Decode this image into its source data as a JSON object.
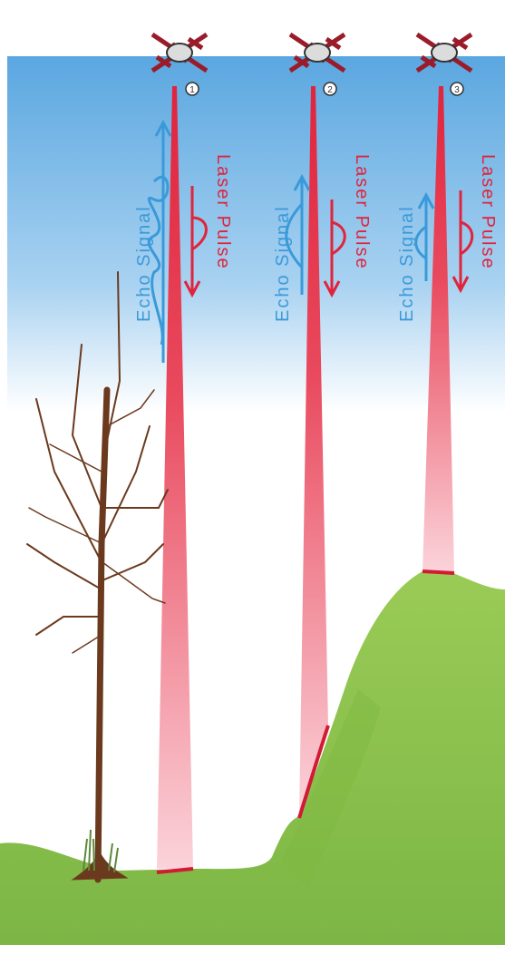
{
  "labels": {
    "echo_signal": "Echo Signal",
    "laser_pulse": "Laser Pulse"
  },
  "aircraft": [
    {
      "number": "1"
    },
    {
      "number": "2"
    },
    {
      "number": "3"
    }
  ],
  "colors": {
    "sky": "#5aa7e0",
    "echo": "#3a9ad9",
    "laser": "#e0243c",
    "ground": "#8cc34a",
    "tree": "#6b3a1e"
  }
}
